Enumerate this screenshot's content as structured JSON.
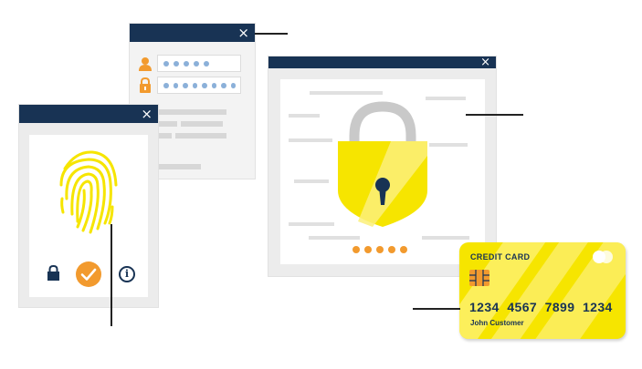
{
  "card": {
    "title": "CREDIT CARD",
    "number": "1234  4567  7899  1234",
    "holder": "John Customer"
  },
  "callouts": {
    "login": "",
    "lock": "",
    "card": "",
    "fingerprint": ""
  },
  "colors": {
    "navy": "#183354",
    "yellow": "#f6e500",
    "orange": "#f29a2e",
    "blue_dot": "#8bb0d9",
    "panel": "#f3f3f3"
  },
  "icons": {
    "close": "×",
    "info": "i"
  }
}
